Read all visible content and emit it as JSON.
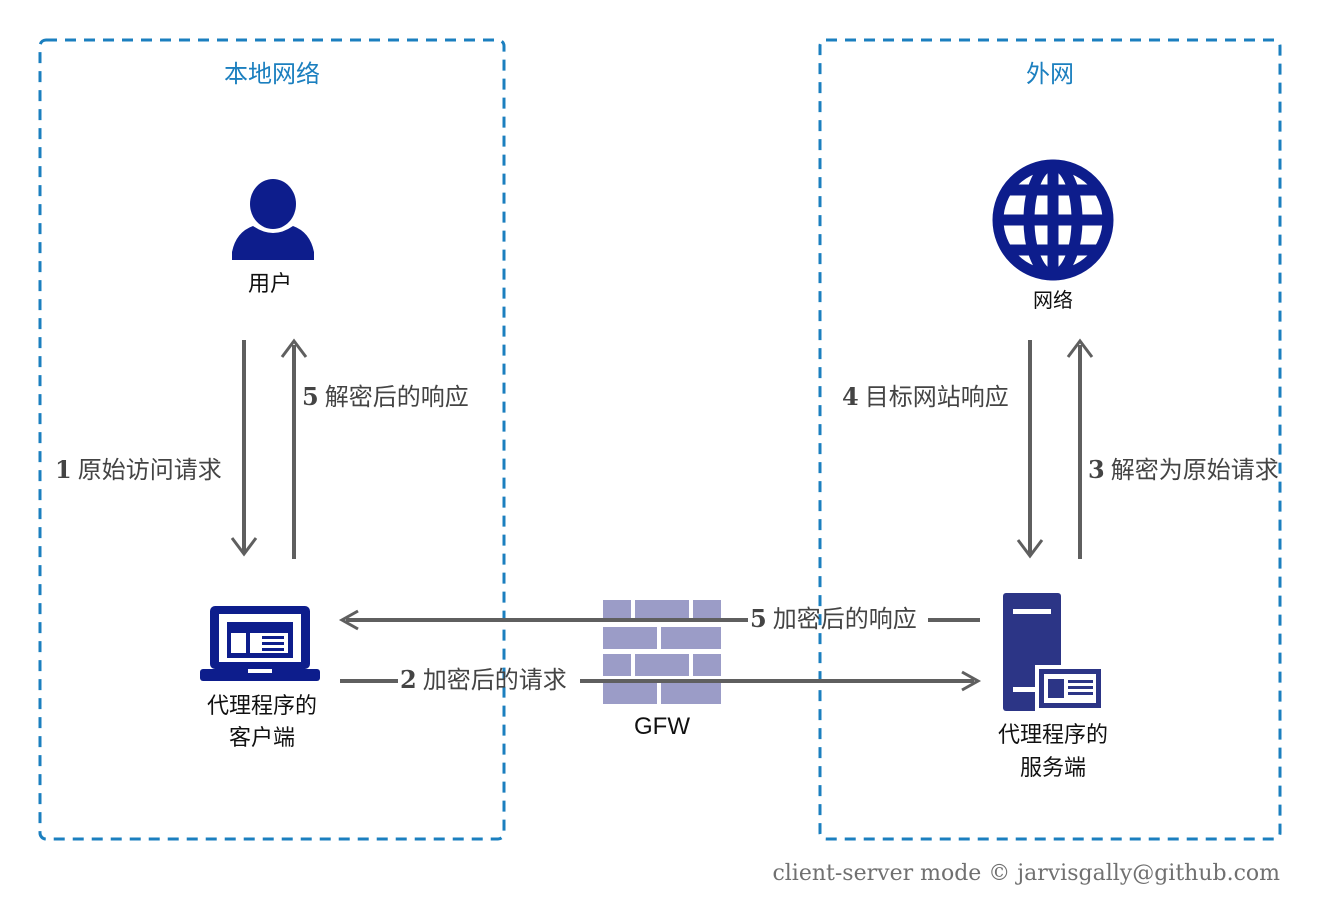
{
  "zones": {
    "local": {
      "title": "本地网络"
    },
    "external": {
      "title": "外网"
    }
  },
  "nodes": {
    "user": "用户",
    "network": "网络",
    "client_line1": "代理程序的",
    "client_line2": "客户端",
    "server_line1": "代理程序的",
    "server_line2": "服务端",
    "gfw": "GFW"
  },
  "steps": {
    "s1": {
      "num": "1",
      "text": "原始访问请求"
    },
    "s5_local": {
      "num": "5",
      "text": "解密后的响应"
    },
    "s2": {
      "num": "2",
      "text": "加密后的请求"
    },
    "s5_encrypted": {
      "num": "5",
      "text": "加密后的响应"
    },
    "s4": {
      "num": "4",
      "text": "目标网站响应"
    },
    "s3": {
      "num": "3",
      "text": "解密为原始请求"
    }
  },
  "footer": "client-server mode © jarvisgally@github.com",
  "colors": {
    "zone_border": "#1b7fbf",
    "icon": "#0d1d8c",
    "arrow": "#5f5f5f",
    "wall": "#9b9cc7"
  },
  "icons": {
    "user": "user-icon",
    "network": "globe-icon",
    "client": "laptop-icon",
    "server": "server-icon",
    "gfw": "firewall-icon"
  }
}
